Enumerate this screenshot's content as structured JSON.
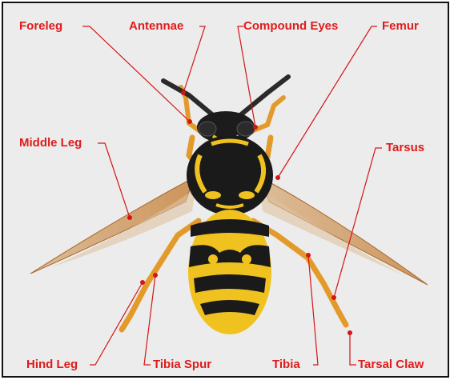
{
  "colors": {
    "label": "#e01b1b",
    "leader": "#d41515",
    "background": "#ececec"
  },
  "labels": {
    "foreleg": "Foreleg",
    "antennae": "Antennae",
    "compound_eyes": "Compound Eyes",
    "femur": "Femur",
    "middle_leg": "Middle Leg",
    "tarsus": "Tarsus",
    "hind_leg": "Hind Leg",
    "tibia_spur": "Tibia Spur",
    "tibia": "Tibia",
    "tarsal_claw": "Tarsal Claw"
  }
}
